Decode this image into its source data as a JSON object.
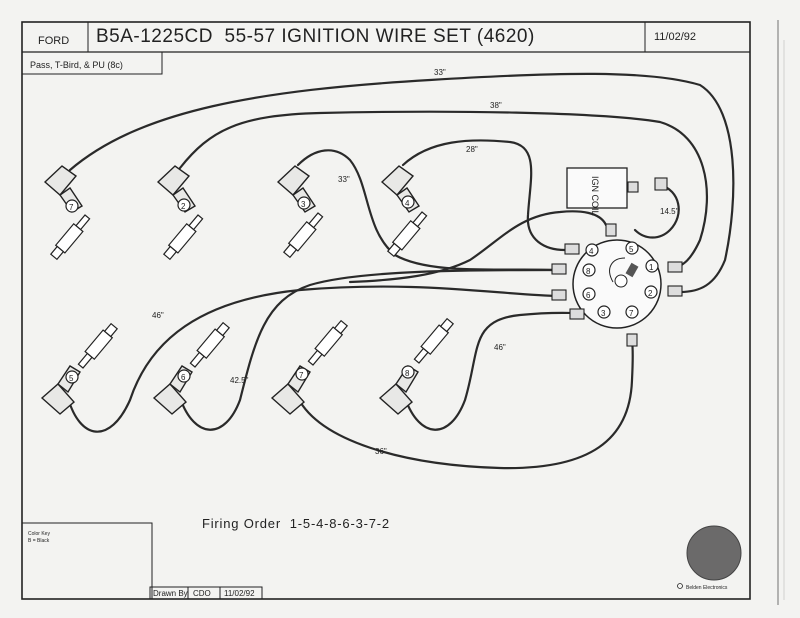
{
  "header": {
    "make": "FORD",
    "title": "B5A-1225CD  55-57 IGNITION WIRE SET (4620)",
    "date": "11/02/92"
  },
  "subheader": "Pass, T-Bird, & PU (8c)",
  "firing_order": "Firing Order  1-5-4-8-6-3-7-2",
  "coil_label": "IGN COIL",
  "wire_lengths": {
    "w33_top": "33\"",
    "w38_top": "38\"",
    "w28": "28\"",
    "w33_mid": "33\"",
    "w14": "14.5\"",
    "w46_left": "46\"",
    "w425": "42.5\"",
    "w46_right": "46\"",
    "w36": "36\""
  },
  "cylinders_top": [
    "7",
    "2",
    "3",
    "4"
  ],
  "cylinders_bottom": [
    "5",
    "6",
    "7",
    "8"
  ],
  "distributor_terminals": [
    "4",
    "5",
    "8",
    "1",
    "6",
    "2",
    "3",
    "7"
  ],
  "legend": {
    "line1": "Color Key",
    "line2": "B = Black"
  },
  "footer": {
    "drawn_by_label": "Drawn By",
    "drawn_by": "CDO",
    "drawn_date": "11/02/92",
    "logo_text": "Belden Electronics"
  },
  "colors": {
    "paper": "#f3f3f1",
    "ink": "#222222",
    "seal": "#6b6a6a"
  }
}
